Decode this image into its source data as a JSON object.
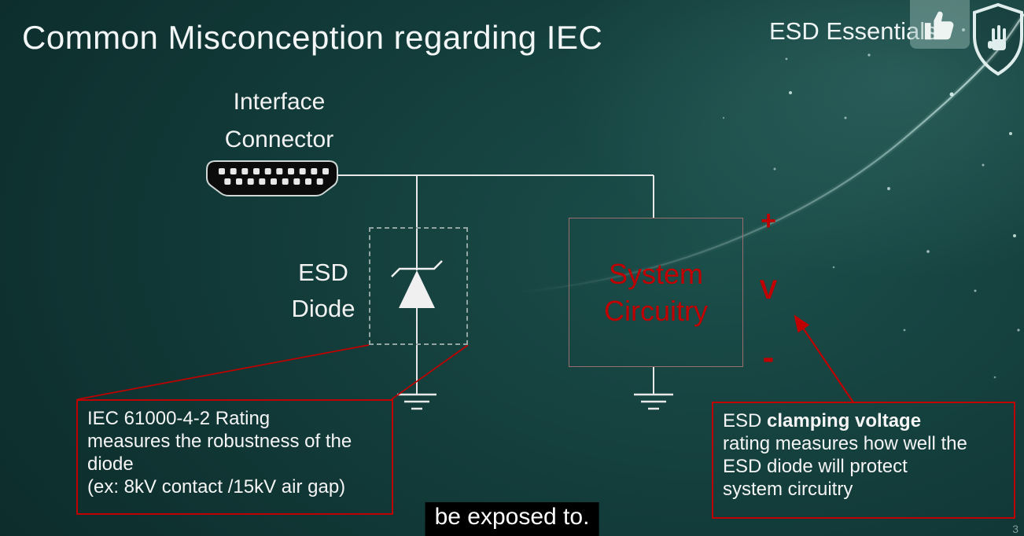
{
  "slide": {
    "title": "Common Misconception regarding IEC",
    "brand": "ESD Essentials",
    "page_number": "3",
    "caption": "be exposed to."
  },
  "diagram": {
    "connector_label": {
      "line1": "Interface",
      "line2": "Connector"
    },
    "esd_diode_label": {
      "line1": "ESD",
      "line2": "Diode"
    },
    "system_box": {
      "line1": "System",
      "line2": "Circuitry"
    },
    "terminals": {
      "plus": "+",
      "voltage": "V",
      "minus": "-"
    }
  },
  "callouts": {
    "iec_rating": {
      "line1": "IEC 61000-4-2 Rating",
      "line2": "measures the robustness of the",
      "line3": "diode",
      "line4": "(ex: 8kV contact /15kV air gap)"
    },
    "clamping_voltage": {
      "line1_normal": "ESD ",
      "line1_bold": "clamping voltage",
      "line2": "rating measures how well the",
      "line3": "ESD diode will protect",
      "line4": "system circuitry"
    }
  },
  "icons": {
    "thumbs_up": "thumbs-up",
    "shield": "esd-shield"
  },
  "colors": {
    "accent_red": "#c00000",
    "wire": "#e8e8e8",
    "background": "#123b39",
    "caption_background": "#000000",
    "text": "#f2f2f2"
  }
}
